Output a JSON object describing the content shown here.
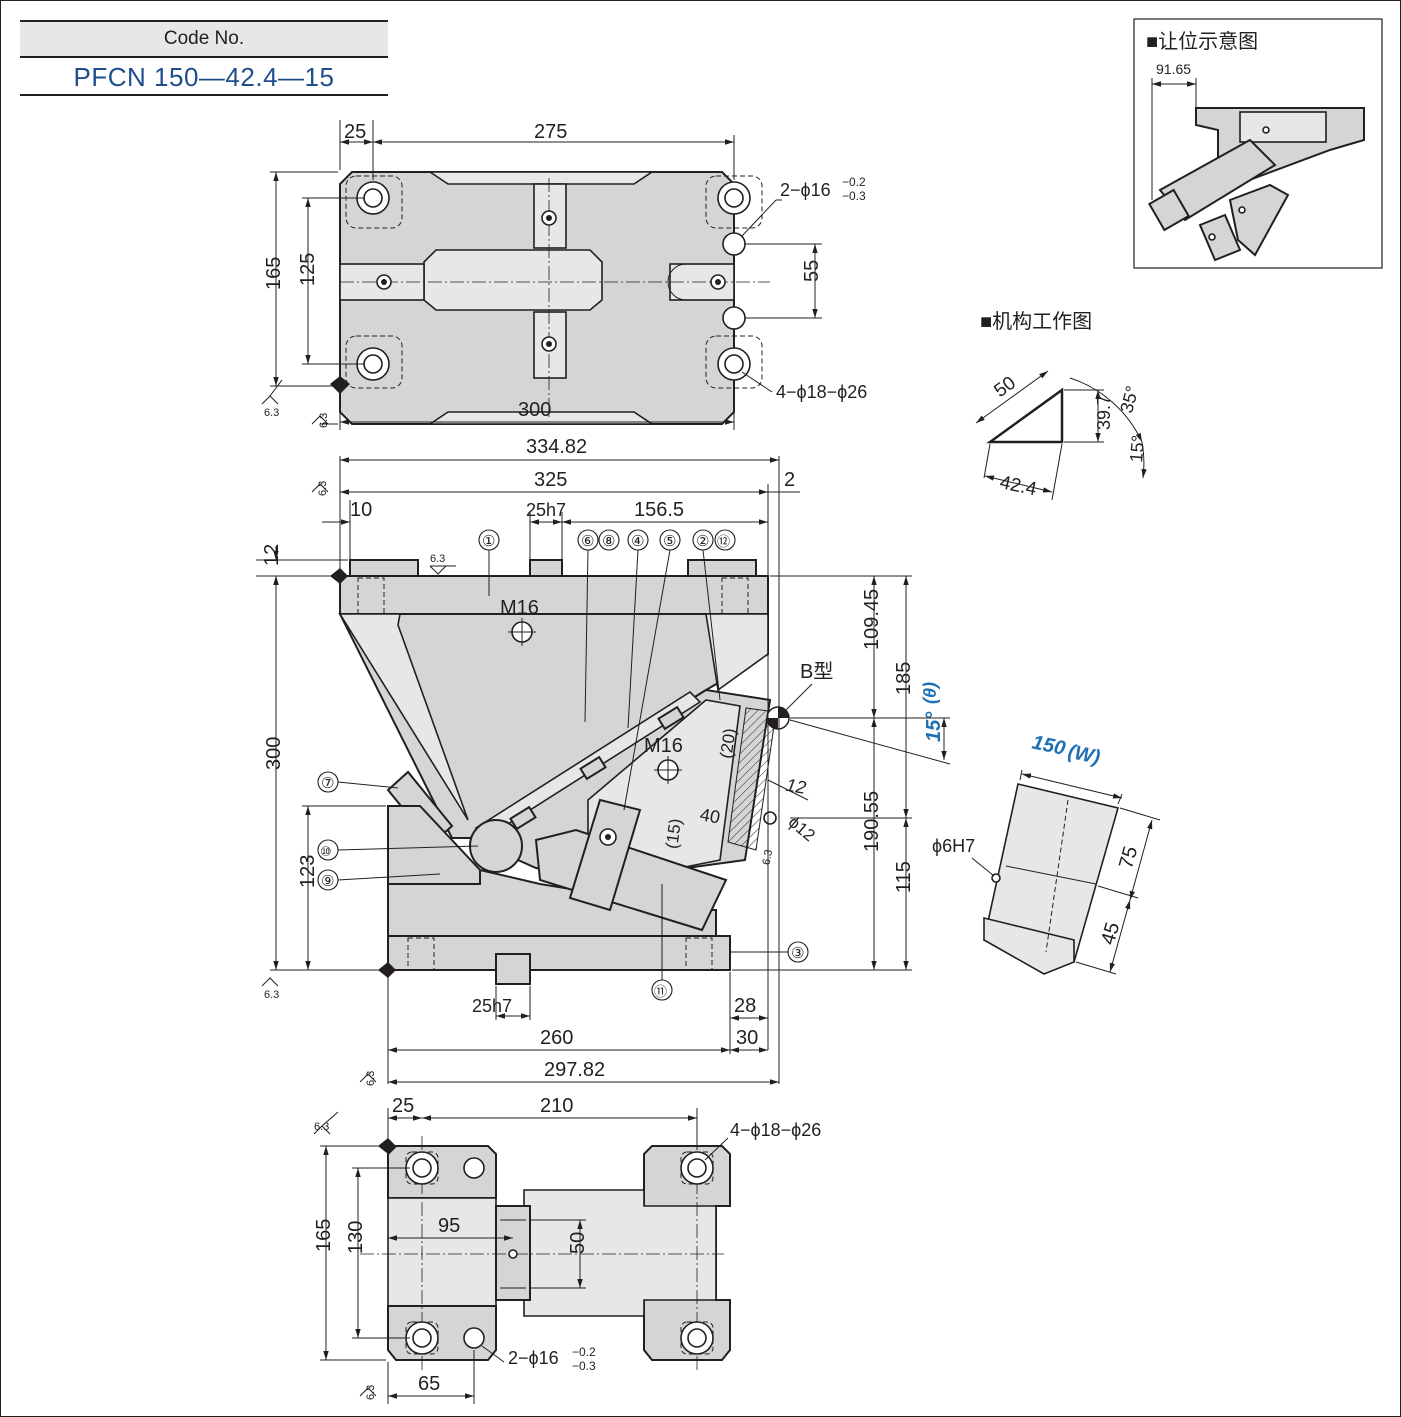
{
  "code": {
    "header": "Code No.",
    "value": "PFCN 150—42.4—15"
  },
  "inset_relief": {
    "title": "■让位示意图",
    "dim": "91.65"
  },
  "inset_mechanism": {
    "title": "■机构工作图",
    "dims": {
      "hyp": "50",
      "height": "39.7",
      "base": "42.4",
      "angle_top": "35°",
      "angle_bottom": "15°"
    }
  },
  "top_view": {
    "dims": {
      "d25": "25",
      "d275": "275",
      "d165": "165",
      "d125": "125",
      "d55": "55",
      "d300": "300"
    },
    "notes": {
      "pin_holes": "2−ϕ16",
      "pin_tol_upper": "−0.2",
      "pin_tol_lower": "−0.3",
      "bolt_holes": "4−ϕ18−ϕ26"
    },
    "roughness": [
      "6.3",
      "6.3"
    ]
  },
  "front_view": {
    "dims": {
      "d33482": "334.82",
      "d325": "325",
      "d2": "2",
      "d10": "10",
      "key_top": "25h7",
      "d1565": "156.5",
      "d12": "12",
      "d300": "300",
      "d123": "123",
      "d10945": "109.45",
      "d185": "185",
      "d19055": "190.55",
      "d115": "115",
      "key_bottom": "25h7",
      "d28": "28",
      "d260": "260",
      "d30": "30",
      "d29782": "297.82",
      "d20": "(20)",
      "d40": "40",
      "d15": "(15)",
      "d12b": "12",
      "phi12": "ϕ12"
    },
    "labels": {
      "m16_top": "M16",
      "m16_mid": "M16",
      "type_b": "B型",
      "angle": "15°",
      "theta": "(θ)"
    },
    "parts": [
      "①",
      "②",
      "③",
      "④",
      "⑤",
      "⑥",
      "⑦",
      "⑧",
      "⑨",
      "⑩",
      "⑪",
      "⑫"
    ],
    "roughness": [
      "6.3",
      "6.3",
      "6.3",
      "6.3",
      "6.3"
    ]
  },
  "side_view": {
    "dims": {
      "width": "150",
      "width_label": "(W)",
      "d75": "75",
      "d45": "45",
      "hole": "ϕ6H7"
    }
  },
  "bottom_view": {
    "dims": {
      "d25": "25",
      "d210": "210",
      "d165": "165",
      "d130": "130",
      "d95": "95",
      "d50": "50",
      "d65": "65"
    },
    "notes": {
      "bolt_holes": "4−ϕ18−ϕ26",
      "pin_holes": "2−ϕ16",
      "pin_tol_upper": "−0.2",
      "pin_tol_lower": "−0.3"
    },
    "roughness": [
      "6.3",
      "6.3"
    ]
  },
  "colors": {
    "line": "#231f20",
    "fill": "#d4d5d7",
    "accent_blue": "#1f6fb5",
    "code_blue": "#1f4e8c"
  }
}
